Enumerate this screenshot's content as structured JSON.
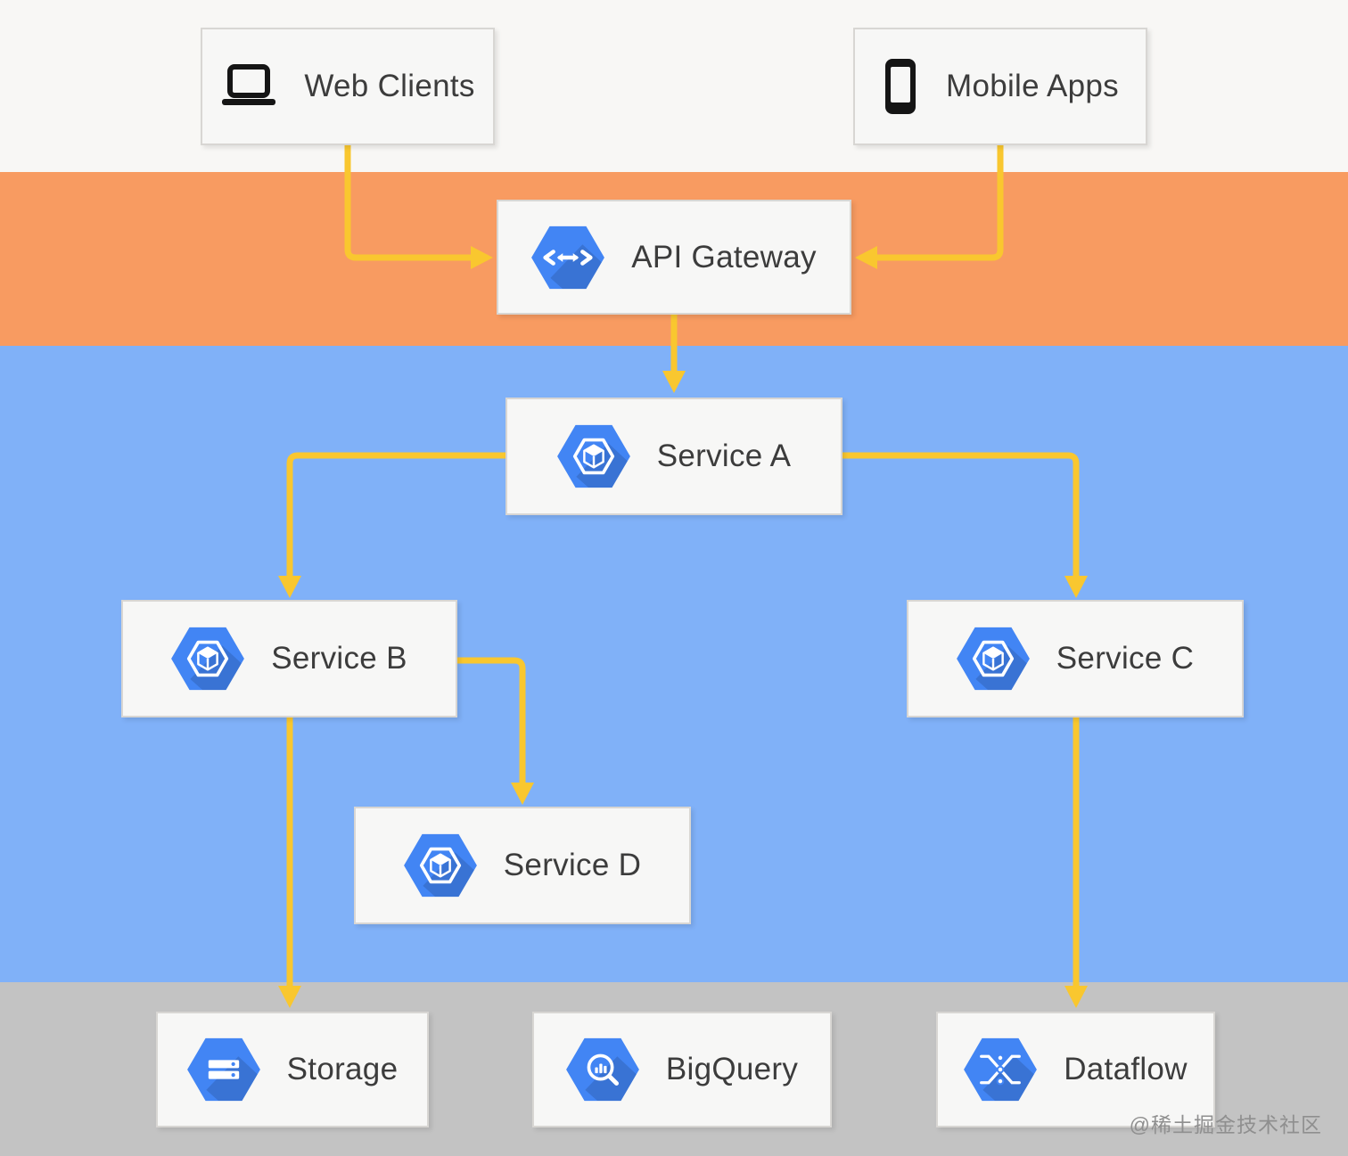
{
  "diagram": {
    "type": "architecture-flow",
    "bands": [
      {
        "name": "clients-tier",
        "color": "#f8f7f5"
      },
      {
        "name": "gateway-tier",
        "color": "#f89b61"
      },
      {
        "name": "services-tier",
        "color": "#80b1f8"
      },
      {
        "name": "data-tier",
        "color": "#c3c3c3"
      }
    ],
    "nodes": {
      "web_clients": {
        "label": "Web Clients",
        "icon": "laptop-icon"
      },
      "mobile_apps": {
        "label": "Mobile Apps",
        "icon": "smartphone-icon"
      },
      "api_gateway": {
        "label": "API Gateway",
        "icon": "api-gateway-hexagon-icon"
      },
      "service_a": {
        "label": "Service A",
        "icon": "gke-hexagon-icon"
      },
      "service_b": {
        "label": "Service B",
        "icon": "gke-hexagon-icon"
      },
      "service_c": {
        "label": "Service C",
        "icon": "gke-hexagon-icon"
      },
      "service_d": {
        "label": "Service D",
        "icon": "gke-hexagon-icon"
      },
      "storage": {
        "label": "Storage",
        "icon": "cloud-storage-hexagon-icon"
      },
      "bigquery": {
        "label": "BigQuery",
        "icon": "bigquery-hexagon-icon"
      },
      "dataflow": {
        "label": "Dataflow",
        "icon": "dataflow-hexagon-icon"
      }
    },
    "edges": [
      {
        "from": "web_clients",
        "to": "api_gateway"
      },
      {
        "from": "mobile_apps",
        "to": "api_gateway"
      },
      {
        "from": "api_gateway",
        "to": "service_a"
      },
      {
        "from": "service_a",
        "to": "service_b"
      },
      {
        "from": "service_a",
        "to": "service_c"
      },
      {
        "from": "service_b",
        "to": "service_d"
      },
      {
        "from": "service_b",
        "to": "storage"
      },
      {
        "from": "service_c",
        "to": "dataflow"
      }
    ],
    "colors": {
      "arrow": "#f9c72f",
      "hexagon": "#4285f4",
      "hexagon_shadow": "#2f62c9",
      "box_bg": "#f7f7f6",
      "box_border": "#d8d6d3",
      "label_text": "#3c3c3c"
    }
  },
  "watermark": {
    "text": "@稀土掘金技术社区"
  }
}
